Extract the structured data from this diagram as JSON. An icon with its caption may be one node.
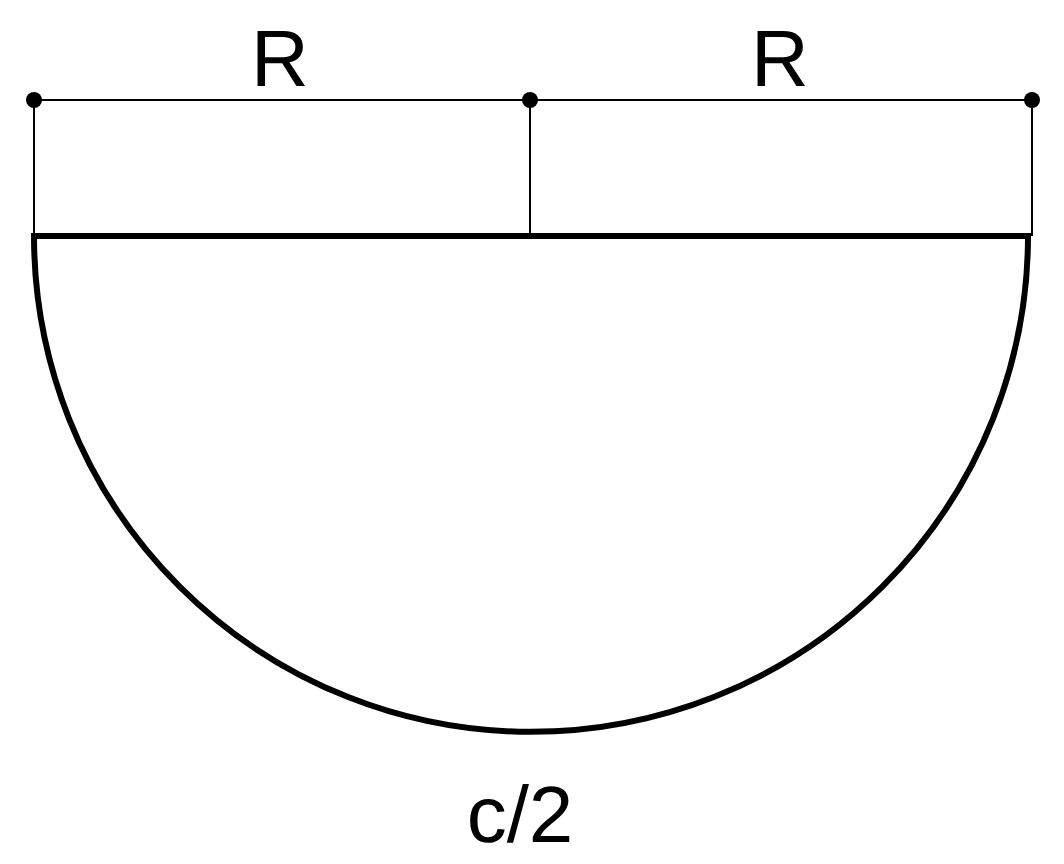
{
  "diagram": {
    "labels": [
      "R",
      "R",
      "c/2"
    ]
  }
}
